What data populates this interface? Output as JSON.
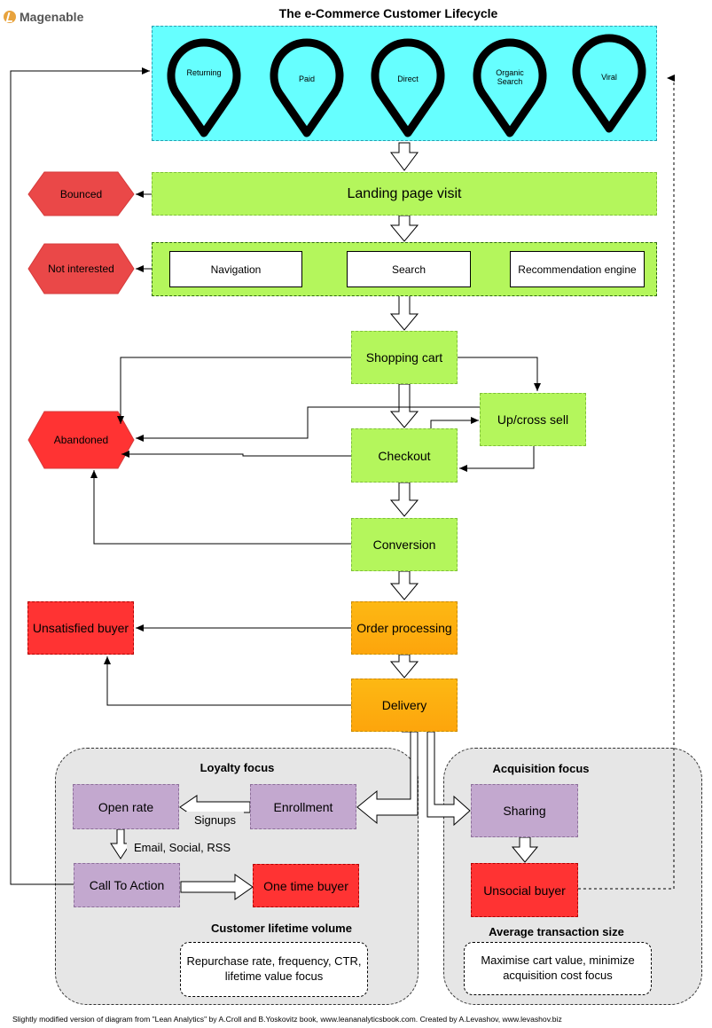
{
  "logo": {
    "text": "Magenable"
  },
  "title": "The e-Commerce Customer Lifecycle",
  "sources": [
    {
      "label_lines": [
        "Returning"
      ]
    },
    {
      "label_lines": [
        "Paid"
      ]
    },
    {
      "label_lines": [
        "Direct"
      ]
    },
    {
      "label_lines": [
        "Organic",
        "Search"
      ]
    },
    {
      "label_lines": [
        "Viral"
      ]
    }
  ],
  "nodes": {
    "landing": "Landing page visit",
    "navigation": "Navigation",
    "search": "Search",
    "recommendation": "Recommendation engine",
    "shopping_cart": "Shopping cart",
    "upcross": "Up/cross sell",
    "checkout": "Checkout",
    "conversion": "Conversion",
    "order_processing": "Order processing",
    "delivery": "Delivery",
    "bounced": "Bounced",
    "not_interested": "Not interested",
    "abandoned": "Abandoned",
    "unsatisfied": "Unsatisfied buyer",
    "enrollment": "Enrollment",
    "open_rate": "Open rate",
    "call_to_action": "Call To Action",
    "one_time_buyer": "One time buyer",
    "sharing": "Sharing",
    "unsocial_buyer": "Unsocial buyer"
  },
  "edge_labels": {
    "signups": "Signups",
    "email_social_rss": "Email, Social, RSS"
  },
  "groups": {
    "loyalty": {
      "title": "Loyalty focus",
      "metric_title": "Customer lifetime volume",
      "metric_text": "Repurchase rate, frequency, CTR, lifetime value focus"
    },
    "acquisition": {
      "title": "Acquisition focus",
      "metric_title": "Average transaction size",
      "metric_text": "Maximise cart value, minimize acquisition cost focus"
    }
  },
  "footer": "Slightly modified version of diagram from \"Lean Analytics\" by A.Croll and B.Yoskovitz book, www.leananalyticsbook.com. Created by A.Levashov, www.levashov.biz",
  "colors": {
    "source_band": "#66ffff",
    "stage_green": "#b4f65c",
    "stage_orange": "#fdb20d",
    "loss_red": "#ff3333",
    "focus_purple": "#c3a8cf",
    "group_gray": "#e6e6e6"
  }
}
